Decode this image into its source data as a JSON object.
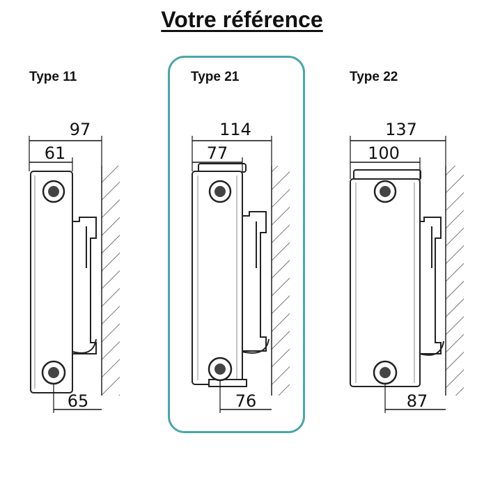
{
  "title": "Votre référence",
  "accent_color": "#4aa6a8",
  "types": [
    {
      "label": "Type 11",
      "overall_depth": "97",
      "panel_depth": "61",
      "wall_offset": "65",
      "highlighted": false
    },
    {
      "label": "Type 21",
      "overall_depth": "114",
      "panel_depth": "77",
      "wall_offset": "76",
      "highlighted": true
    },
    {
      "label": "Type 22",
      "overall_depth": "137",
      "panel_depth": "100",
      "wall_offset": "87",
      "highlighted": false
    }
  ]
}
